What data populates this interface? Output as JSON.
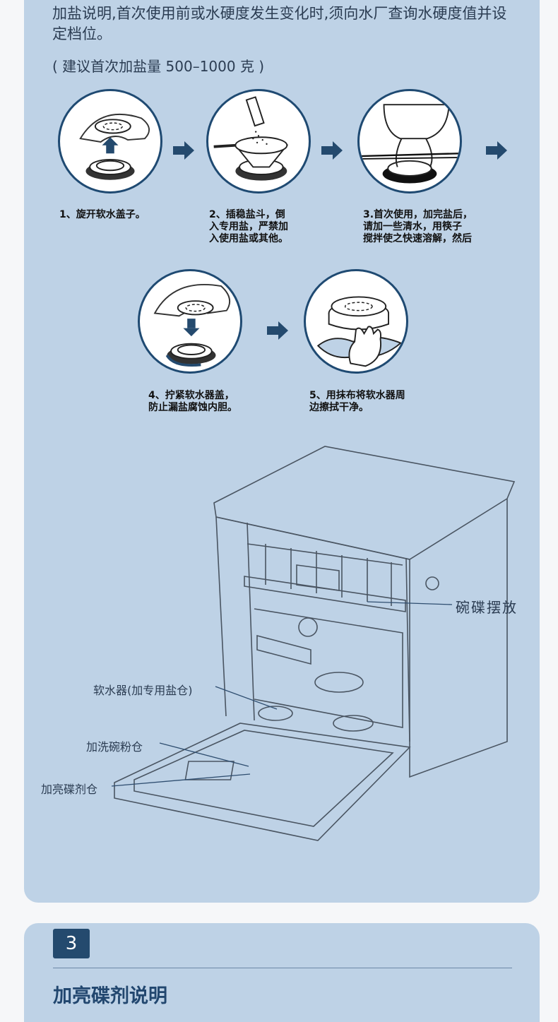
{
  "section2": {
    "intro": "加盐说明,首次使用前或水硬度发生变化时,须向水厂查询水硬度值并设定档位。",
    "note": "( 建议首次加盐量 500–1000 克 )",
    "steps": [
      {
        "caption": "1、旋开软水盖子。",
        "icon": "step-1-open-cap-icon"
      },
      {
        "caption": "2、插稳盐斗，倒\n入专用盐，严禁加\n入使用盐或其他。",
        "icon": "step-2-funnel-salt-icon"
      },
      {
        "caption": "3.首次使用，加完盐后，\n请加一些清水，用筷子\n搅拌使之快速溶解，然后",
        "icon": "step-3-add-water-icon"
      },
      {
        "caption": "4、拧紧软水器盖，\n防止漏盐腐蚀内胆。",
        "icon": "step-4-tighten-cap-icon"
      },
      {
        "caption": "5、用抹布将软水器周\n边擦拭干净。",
        "icon": "step-5-wipe-icon"
      }
    ],
    "callouts": {
      "dishes": "碗碟摆放",
      "softener": "软水器(加专用盐仓)",
      "detergent": "加洗碗粉仓",
      "rinse": "加亮碟剂仓"
    }
  },
  "section3": {
    "number": "3",
    "title": "加亮碟剂说明"
  },
  "colors": {
    "card_bg": "#bed2e6",
    "accent": "#244a6e",
    "circle_border": "#1f4a72"
  }
}
